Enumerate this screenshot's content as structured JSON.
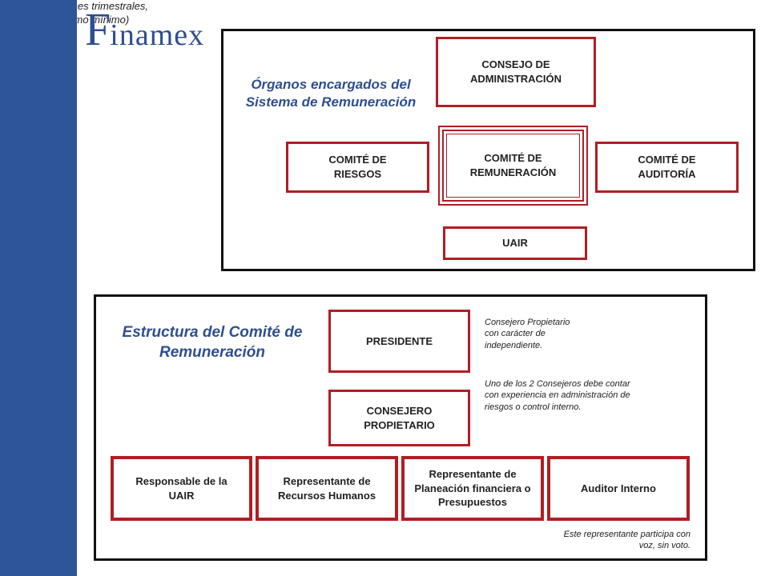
{
  "logo": {
    "initial": "F",
    "rest": "inamex"
  },
  "top": {
    "title": "Órganos encargados del\nSistema de Remuneración",
    "consejo": "CONSEJO DE\nADMINISTRACIÓN",
    "riesgos": "COMITÉ DE\nRIESGOS",
    "remuneracion": "COMITÉ DE\nREMUNERACIÓN",
    "auditoria": "COMITÉ DE\nAUDITORÍA",
    "uair": "UAIR"
  },
  "bottom": {
    "title": "Estructura del Comité de\nRemuneración",
    "subtitle": "(sesiones trimestrales,\ncomo mínimo)",
    "presidente": "PRESIDENTE",
    "consejero": "CONSEJERO\nPROPIETARIO",
    "note_presidente": "Consejero Propietario con carácter de independiente.",
    "note_consejero": "Uno de los 2 Consejeros  debe contar con experiencia en administración de riesgos o control interno.",
    "members": [
      "Responsable de la\nUAIR",
      "Representante de\nRecursos Humanos",
      "Representante de\nPlaneación financiera o\nPresupuestos",
      "Auditor Interno"
    ],
    "note_representante": "Este representante participa con voz, sin voto."
  },
  "colors": {
    "sidebar": "#2e5597",
    "accent_red": "#b01e23",
    "title_blue": "#2e4f8f"
  }
}
